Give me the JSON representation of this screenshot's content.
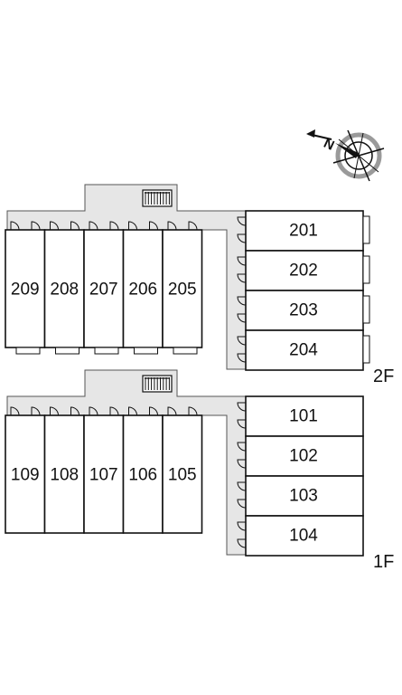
{
  "compass": {
    "north_label": "N",
    "icon": "compass-rose-icon"
  },
  "floors": [
    {
      "label": "2F",
      "vertical_units": [
        "209",
        "208",
        "207",
        "206",
        "205"
      ],
      "horizontal_units": [
        "201",
        "202",
        "203",
        "204"
      ]
    },
    {
      "label": "1F",
      "vertical_units": [
        "109",
        "108",
        "107",
        "106",
        "105"
      ],
      "horizontal_units": [
        "101",
        "102",
        "103",
        "104"
      ]
    }
  ],
  "colors": {
    "corridor": "#e6e6e6",
    "wall": "#111111",
    "compass_ring": "#9a9a9a"
  }
}
